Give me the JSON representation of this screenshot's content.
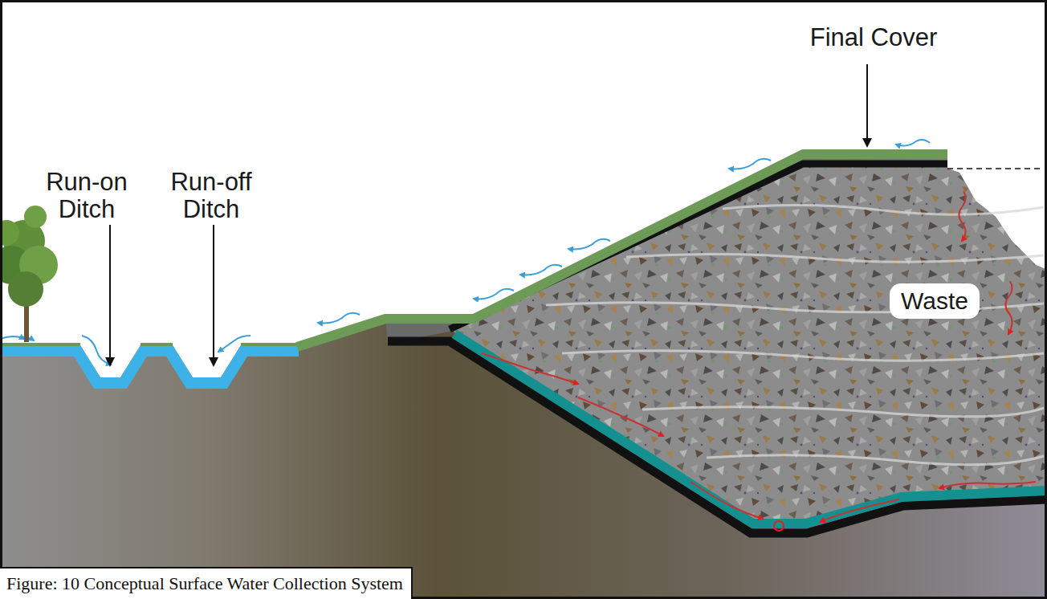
{
  "diagram": {
    "caption": "Figure: 10 Conceptual Surface Water Collection System",
    "nodes": [
      {
        "text": [
          "Waste"
        ]
      }
    ],
    "labels": [
      "Run-on Ditch",
      "Run-off Ditch",
      "Final Cover"
    ]
  }
}
